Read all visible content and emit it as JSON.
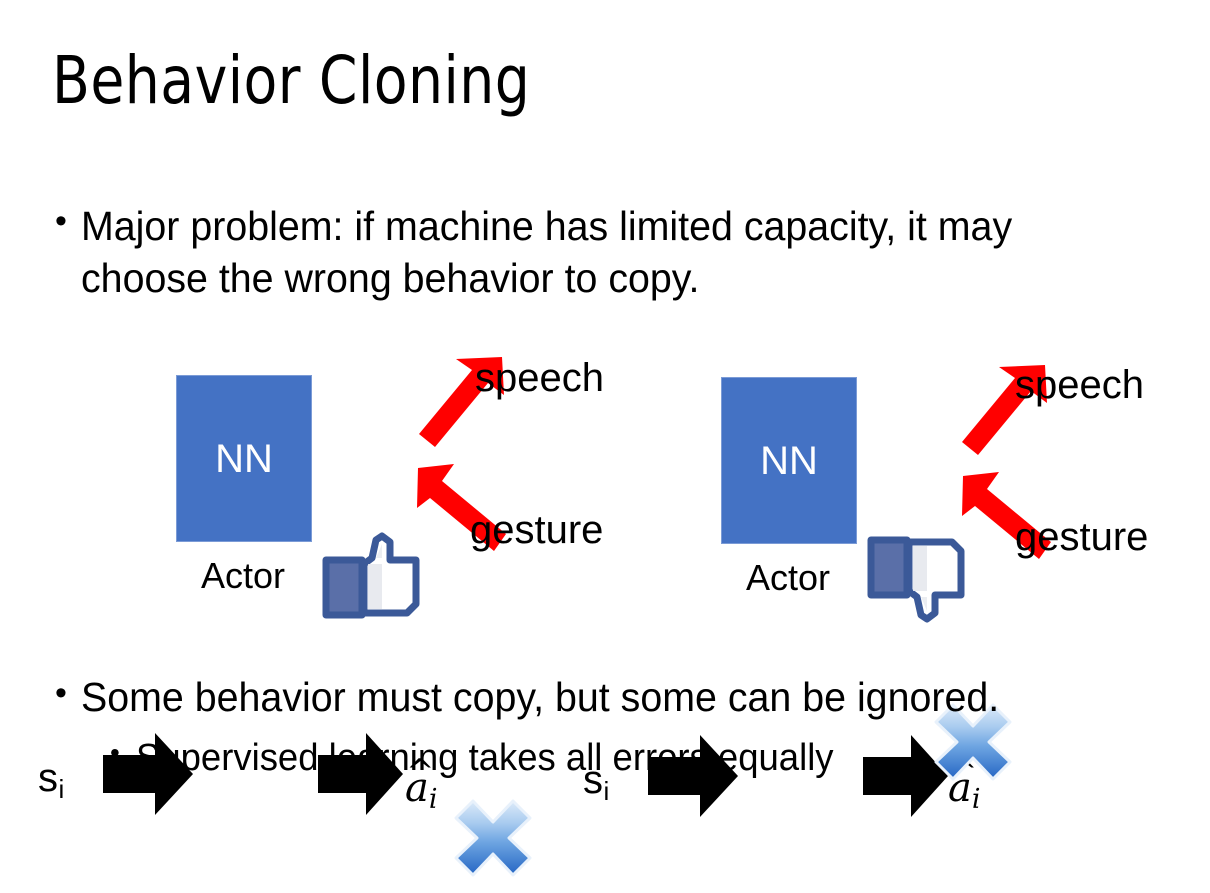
{
  "slide": {
    "title": "Behavior Cloning",
    "background_color": "#FFFFFF"
  },
  "bullets": {
    "top": {
      "marker": "•",
      "text": "Major problem: if machine has limited capacity, it may choose the wrong behavior to copy."
    },
    "bottom": [
      {
        "marker": "•",
        "text": "Some behavior must copy, but some can be ignored.",
        "level": 1
      },
      {
        "marker": "•",
        "text": "Supervised learning takes all errors equally",
        "level": 2
      }
    ]
  },
  "diagrams": [
    {
      "id": "left",
      "state_label": "s",
      "state_subscript": "i",
      "nn_label": "NN",
      "nn_color": "#4472C4",
      "actor_label": "Actor",
      "action_label": "a",
      "action_subscript": "i",
      "action_hat": "̂",
      "branches": [
        {
          "name": "speech",
          "crossed": false
        },
        {
          "name": "gesture",
          "crossed": true
        }
      ],
      "verdict_icon": "thumbs-up-icon",
      "arrow_color": "#FF0000",
      "cross_color": "#3E80D6",
      "thumb_color": "#3B5998"
    },
    {
      "id": "right",
      "state_label": "s",
      "state_subscript": "i",
      "nn_label": "NN",
      "nn_color": "#4472C4",
      "actor_label": "Actor",
      "action_label": "a",
      "action_subscript": "i",
      "action_hat": "̂",
      "branches": [
        {
          "name": "speech",
          "crossed": true
        },
        {
          "name": "gesture",
          "crossed": false
        }
      ],
      "verdict_icon": "thumbs-down-icon",
      "arrow_color": "#FF0000",
      "cross_color": "#3E80D6",
      "thumb_color": "#3B5998"
    }
  ]
}
